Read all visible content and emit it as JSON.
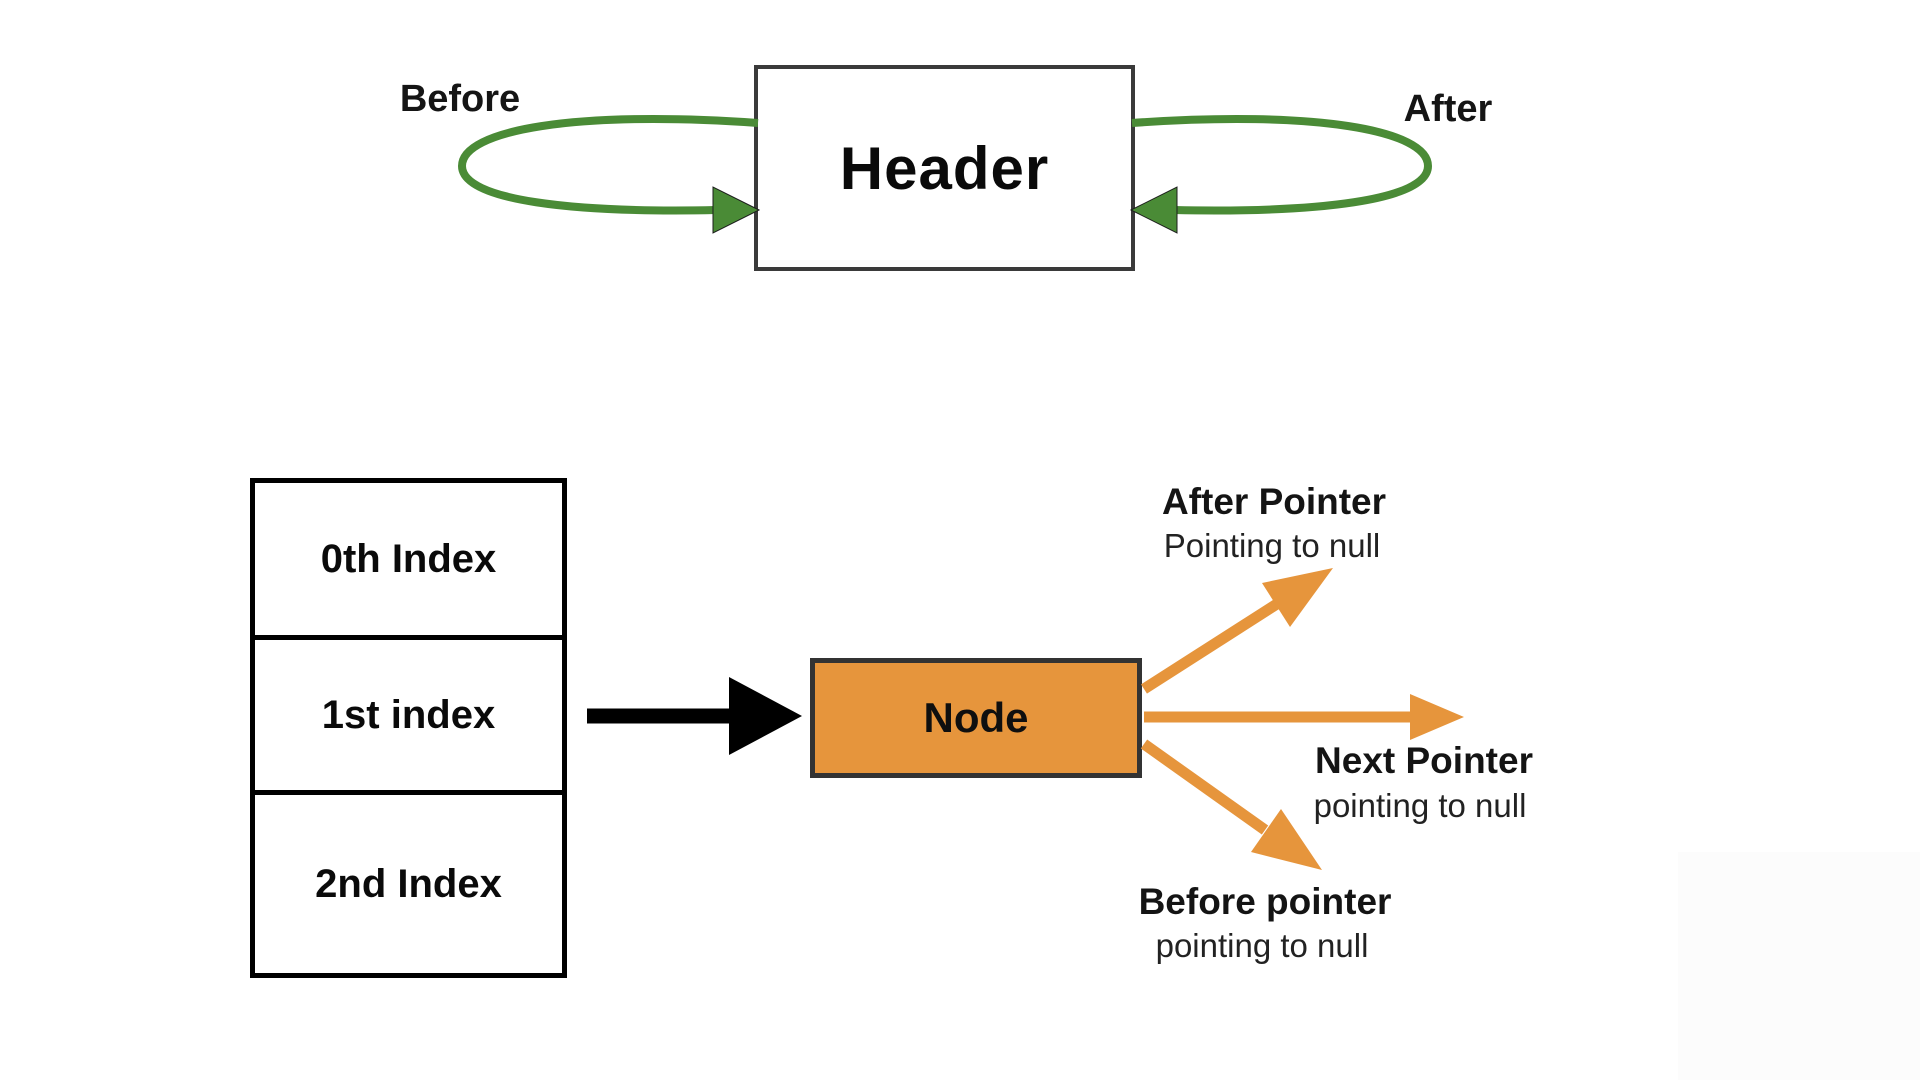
{
  "diagram": {
    "header_box": {
      "label": "Header"
    },
    "loops": {
      "before_label": "Before",
      "after_label": "After"
    },
    "index_table": {
      "rows": [
        "0th Index",
        "1st index",
        "2nd Index"
      ]
    },
    "node_box": {
      "label": "Node"
    },
    "pointers": {
      "after": {
        "title": "After Pointer",
        "subtitle": "Pointing to null"
      },
      "next": {
        "title": "Next Pointer",
        "subtitle": "pointing to null"
      },
      "before": {
        "title": "Before pointer",
        "subtitle": "pointing to null"
      }
    },
    "colors": {
      "loop_green": "#4A8B36",
      "node_orange": "#E6953C",
      "box_border_dark": "#3A3A3A",
      "table_border_black": "#000000",
      "arrow_black": "#000000"
    }
  }
}
